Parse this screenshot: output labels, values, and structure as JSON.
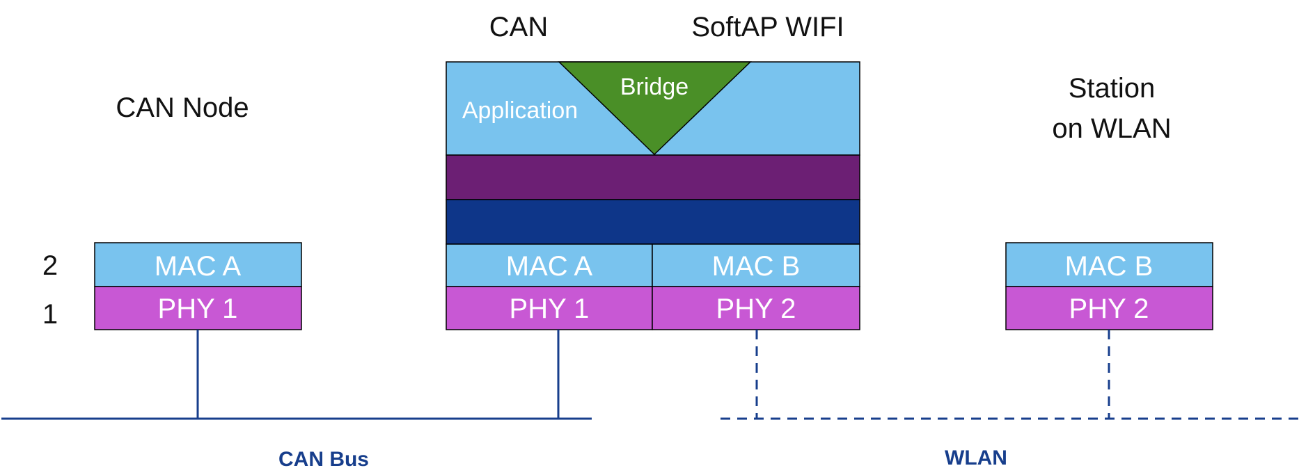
{
  "labels": {
    "can_node": "CAN Node",
    "bridge_top_left": "CAN",
    "bridge_top_right": "SoftAP WIFI",
    "station_line1": "Station",
    "station_line2": "on WLAN",
    "layer_2": "2",
    "layer_1": "1",
    "application": "Application",
    "bridge": "Bridge",
    "can_bus": "CAN Bus",
    "wlan": "WLAN"
  },
  "can_node": {
    "mac": "MAC A",
    "phy": "PHY 1"
  },
  "bridge_device": {
    "mac_a": "MAC A",
    "phy_1": "PHY 1",
    "mac_b": "MAC B",
    "phy_2": "PHY 2"
  },
  "station": {
    "mac": "MAC B",
    "phy": "PHY 2"
  },
  "colors": {
    "light_blue": "#79C3EE",
    "magenta": "#C858D4",
    "green": "#4A8F27",
    "purple": "#6C1F74",
    "navy": "#0E3689",
    "line_blue": "#173E8C",
    "text_dark": "#111111",
    "text_white": "#ffffff"
  }
}
